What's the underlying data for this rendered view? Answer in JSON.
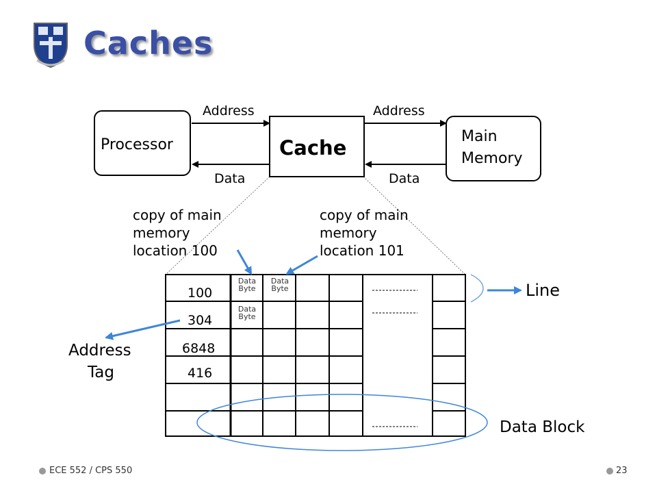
{
  "slide": {
    "title": "Caches",
    "footer_left": "ECE 552 / CPS 550",
    "footer_right": "23"
  },
  "diagram": {
    "processor": "Processor",
    "cache": "Cache",
    "main_memory_line1": "Main",
    "main_memory_line2": "Memory",
    "address_left": "Address",
    "address_right": "Address",
    "data_left": "Data",
    "data_right": "Data"
  },
  "notes": {
    "left": [
      "copy of main",
      "memory",
      "location 100"
    ],
    "right": [
      "copy of main",
      "memory",
      "location 101"
    ]
  },
  "table": {
    "tags": [
      "100",
      "304",
      "6848",
      "416"
    ],
    "data_byte": [
      "Data",
      "Byte"
    ]
  },
  "labels": {
    "line": "Line",
    "address_tag_line1": "Address",
    "address_tag_line2": "Tag",
    "data_block": "Data Block"
  },
  "colors": {
    "title": "#3a4fa6",
    "arrow_blue": "#3d86d8"
  }
}
